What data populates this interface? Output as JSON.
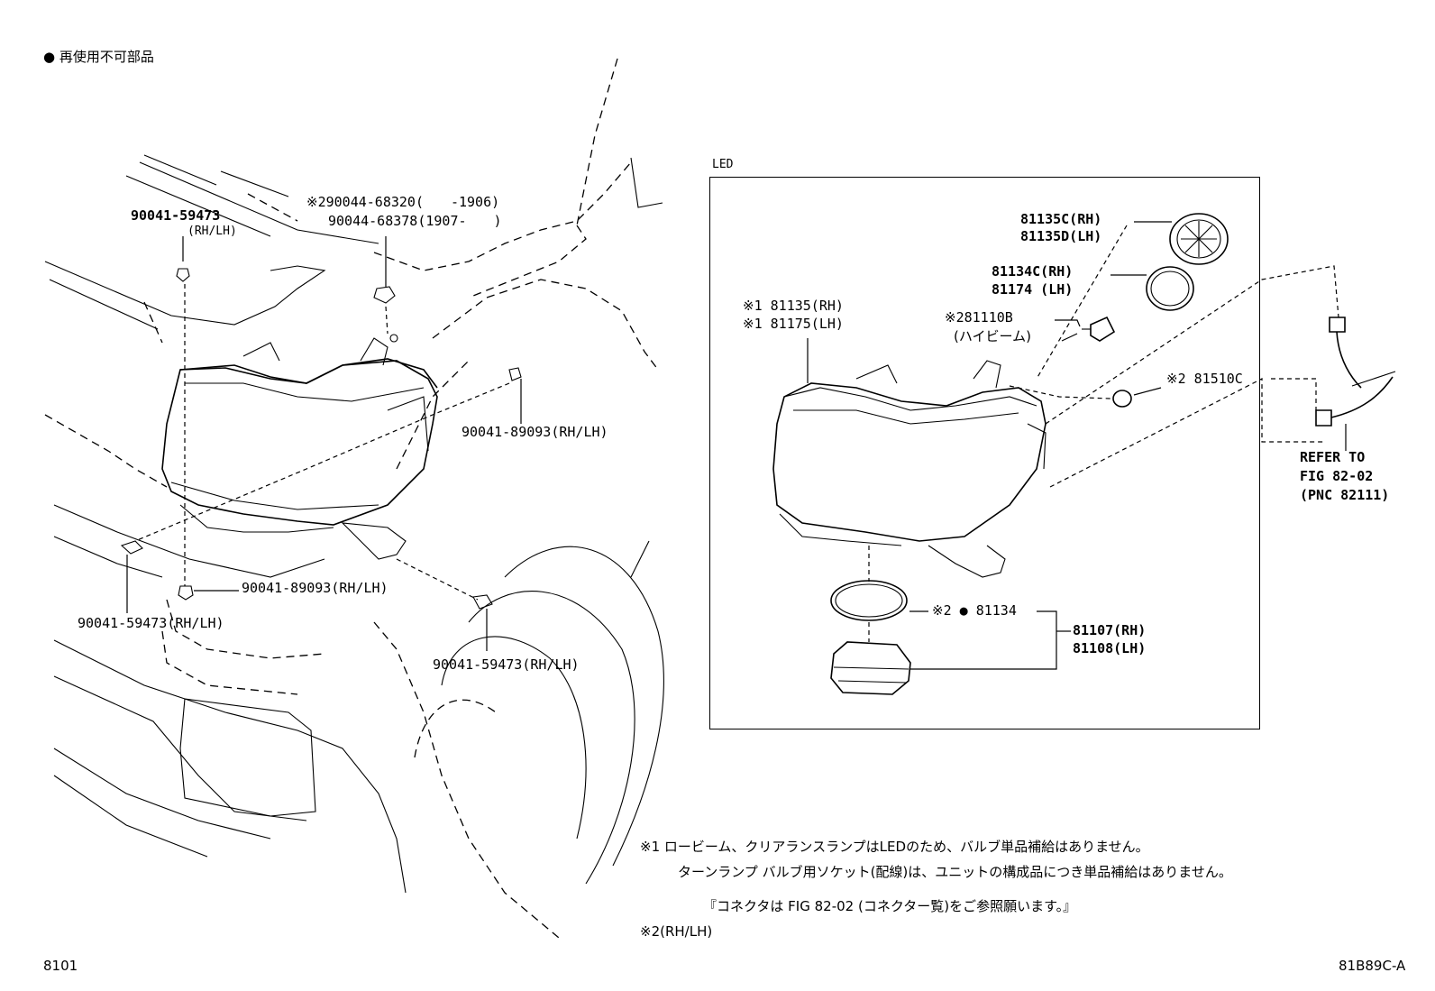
{
  "legend": {
    "bullet_text": "再使用不可部品"
  },
  "left_parts": {
    "p1_number": "90041-59473",
    "p1_note": "(RH/LH)",
    "p2_line1": "※290044-68320(　　-1906)",
    "p2_line2": "90044-68378(1907-　　)",
    "p3": "90041-89093(RH/LH)",
    "p4": "90041-89093(RH/LH)",
    "p5": "90041-59473(RH/LH)",
    "p6": "90041-59473(RH/LH)"
  },
  "led_box": {
    "title": "LED",
    "a_line1": "81135C(RH)",
    "a_line2": "81135D(LH)",
    "b_line1": "81134C(RH)",
    "b_line2": "81174 (LH)",
    "c_line1": "※1 81135(RH)",
    "c_line2": "※1 81175(LH)",
    "d_line1": "※281110B",
    "d_line2": "(ハイビーム)",
    "e": "※2 81510C",
    "f": "※2 ● 81134",
    "g_line1": "81107(RH)",
    "g_line2": "81108(LH)"
  },
  "refer": {
    "line1": "REFER TO",
    "line2": "FIG 82-02",
    "line3": "(PNC 82111)"
  },
  "notes": {
    "n1_line1": "※1 ロービーム、クリアランスランプはLEDのため、バルブ単品補給はありません。",
    "n1_line2": "ターンランプ バルブ用ソケット(配線)は、ユニットの構成品につき単品補給はありません。",
    "n1_line3": "『コネクタは FIG 82-02 (コネクター覧)をご参照願います。』",
    "n2": "※2(RH/LH)"
  },
  "footer": {
    "page_code": "8101",
    "figure_code": "81B89C-A"
  }
}
